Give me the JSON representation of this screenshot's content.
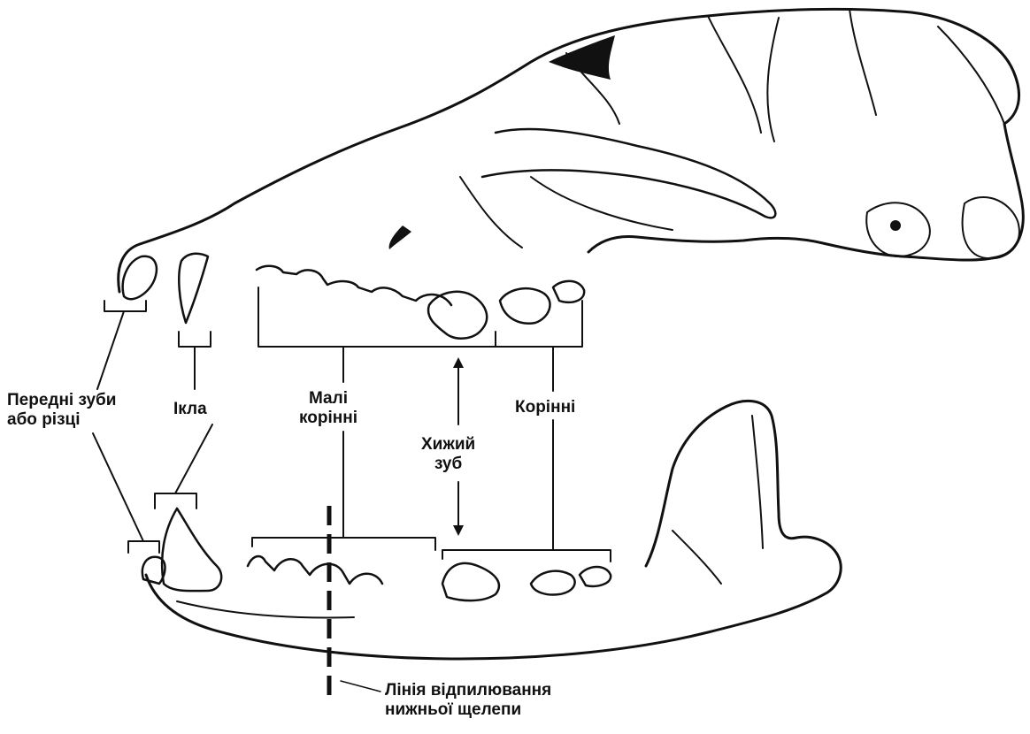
{
  "labels": {
    "incisors": [
      "Передні зуби",
      "або різці"
    ],
    "canines": "Ікла",
    "premolars": [
      "Малі",
      "корінні"
    ],
    "carnassial": [
      "Хижий",
      "зуб"
    ],
    "molars": "Корінні",
    "cut_line": [
      "Лінія відпилювання",
      "нижньої щелепи"
    ]
  },
  "colors": {
    "ink": "#111111",
    "background": "#ffffff"
  }
}
